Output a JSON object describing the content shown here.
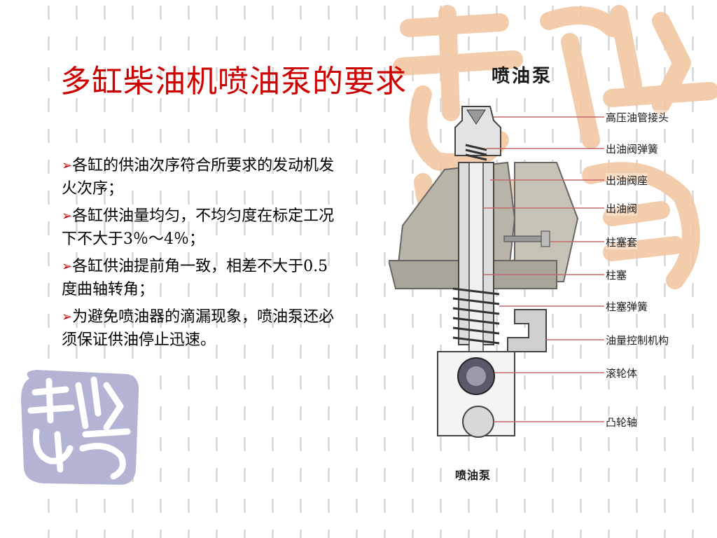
{
  "slide": {
    "title": "多缸柴油机喷油泵的要求",
    "bullet_marker": "➢",
    "bullets": [
      "各缸的供油次序符合所要求的发动机发火次序；",
      "各缸供油量均匀，不均匀度在标定工况下不大于3％～4％；",
      "各缸供油提前角一致，相差不大于0.5度曲轴转角；",
      "为避免喷油器的滴漏现象，喷油泵还必须保证供油停止迅速。"
    ]
  },
  "diagram": {
    "title": "喷油泵",
    "caption": "喷油泵",
    "labels": [
      "高压油管接头",
      "出油阀弹簧",
      "出油阀座",
      "出油阀",
      "柱塞套",
      "柱塞",
      "柱塞弹簧",
      "油量控制机构",
      "滚轮体",
      "凸轮轴"
    ]
  },
  "colors": {
    "title": "#cc0000",
    "arrow": "#cc0000",
    "watermark_orange": "#f2c7a2",
    "seal_purple": "#b3b3d3",
    "line_blue": "#c46a6a"
  }
}
